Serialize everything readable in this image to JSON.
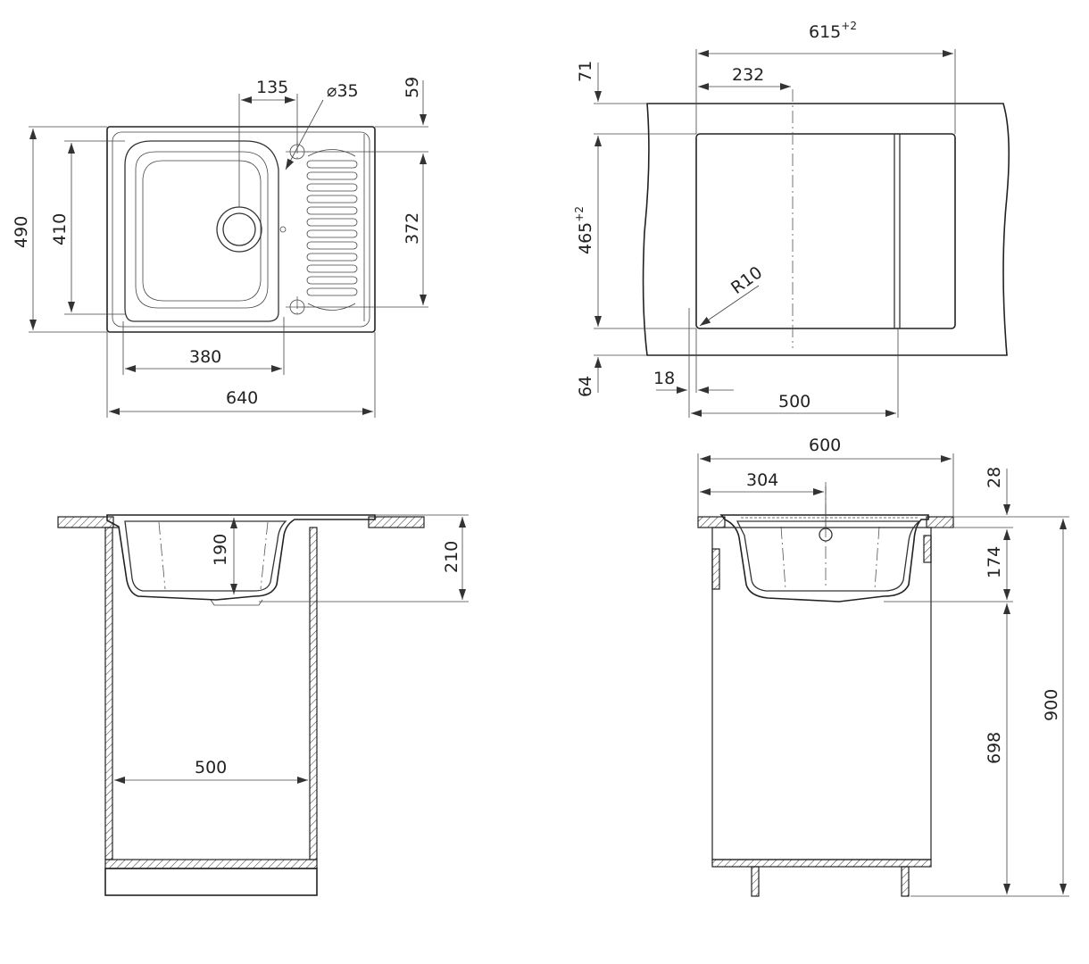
{
  "top_view": {
    "dim_135": "135",
    "dim_d35": "⌀35",
    "dim_59": "59",
    "dim_490": "490",
    "dim_410": "410",
    "dim_372": "372",
    "dim_380": "380",
    "dim_640": "640"
  },
  "cutout_view": {
    "dim_615": "615",
    "dim_615_tol": "+2",
    "dim_71": "71",
    "dim_232": "232",
    "dim_465": "465",
    "dim_465_tol": "+2",
    "dim_r10": "R10",
    "dim_64": "64",
    "dim_18": "18",
    "dim_500": "500"
  },
  "front_section": {
    "dim_190": "190",
    "dim_210": "210",
    "dim_500": "500"
  },
  "side_section": {
    "dim_600": "600",
    "dim_304": "304",
    "dim_28": "28",
    "dim_174": "174",
    "dim_900": "900",
    "dim_698": "698"
  }
}
